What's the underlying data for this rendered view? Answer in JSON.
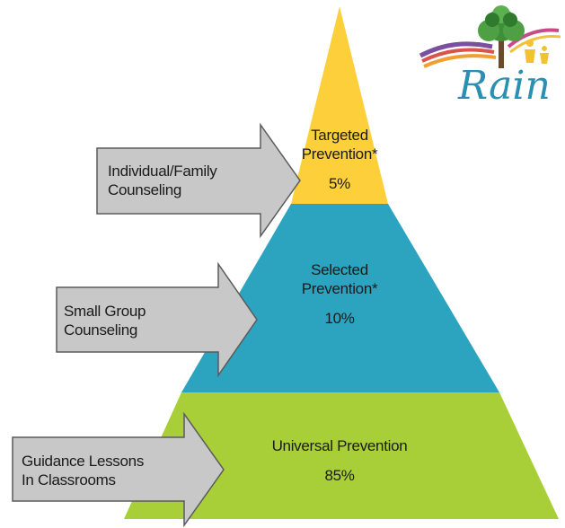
{
  "pyramid": {
    "tiers": [
      {
        "id": "top",
        "title_lines": [
          "Targeted",
          "Prevention*"
        ],
        "percent": "5%",
        "color": "#fdd03b"
      },
      {
        "id": "middle",
        "title_lines": [
          "Selected",
          "Prevention*"
        ],
        "percent": "10%",
        "color": "#2da4bf"
      },
      {
        "id": "bottom",
        "title_lines": [
          "Universal Prevention"
        ],
        "percent": "85%",
        "color": "#a8cf38"
      }
    ]
  },
  "arrows": [
    {
      "lines": [
        "Individual/Family",
        "Counseling"
      ]
    },
    {
      "lines": [
        "Small Group",
        "Counseling"
      ]
    },
    {
      "lines": [
        "Guidance Lessons",
        "In Classrooms"
      ]
    }
  ],
  "logo": {
    "text": "Rain",
    "color": "#2a8fb0",
    "tree_color": "#3f8f3a"
  },
  "colors": {
    "arrow_fill": "#c8c8c8",
    "arrow_stroke": "#5a5a5a"
  }
}
